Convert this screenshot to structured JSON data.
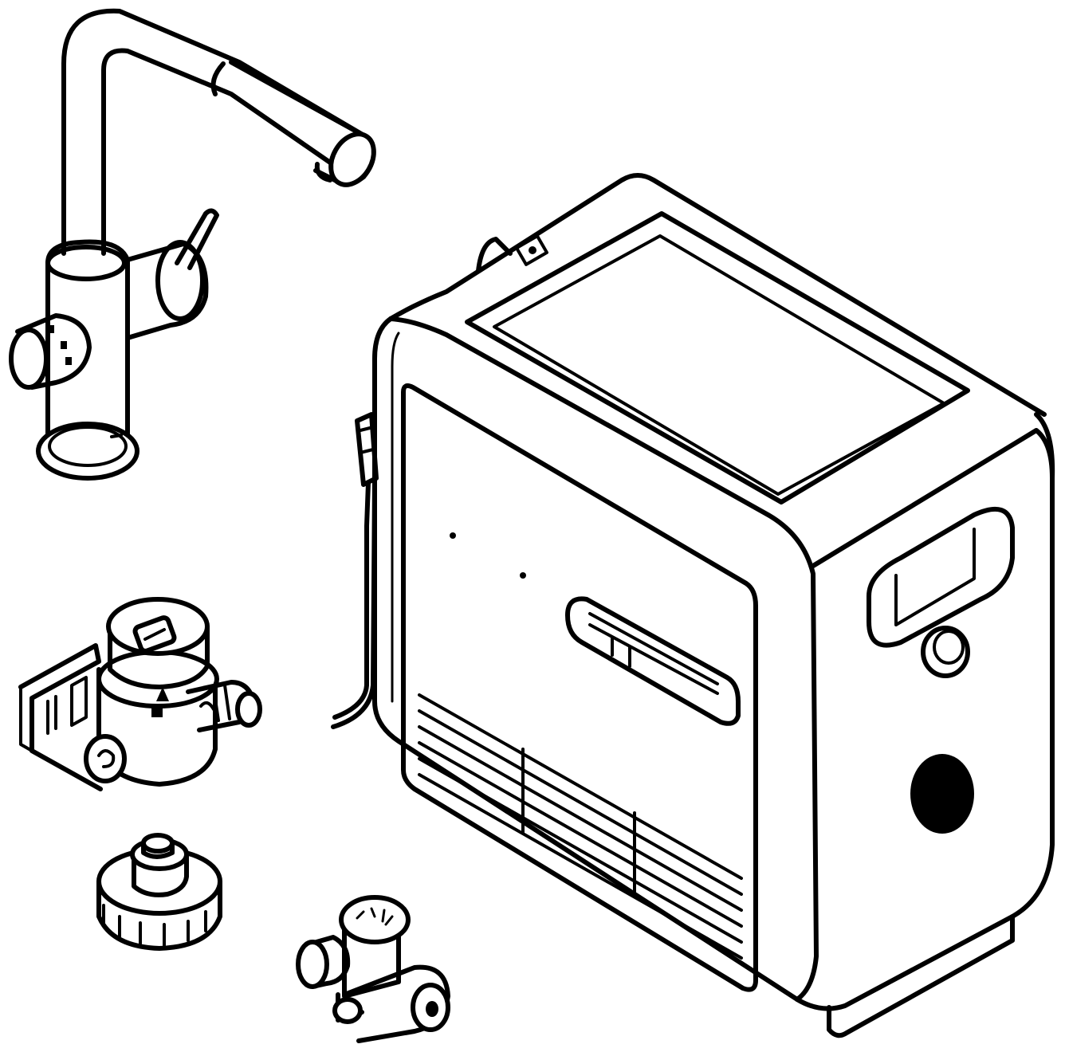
{
  "figure": {
    "components": [
      {
        "id": "kitchen-faucet",
        "kind": "pull-out spout mixer tap"
      },
      {
        "id": "chiller-unit",
        "kind": "under-sink cooler / carbonator box"
      },
      {
        "id": "filter-head",
        "kind": "filter head with wall bracket"
      },
      {
        "id": "valve-adapter",
        "kind": "threaded adapter"
      },
      {
        "id": "pressure-reducer",
        "kind": "pressure reducer with gauge"
      }
    ],
    "badge_text": "",
    "voltage_text": ""
  },
  "colors": {
    "stroke": "#000000",
    "background": "#ffffff"
  }
}
